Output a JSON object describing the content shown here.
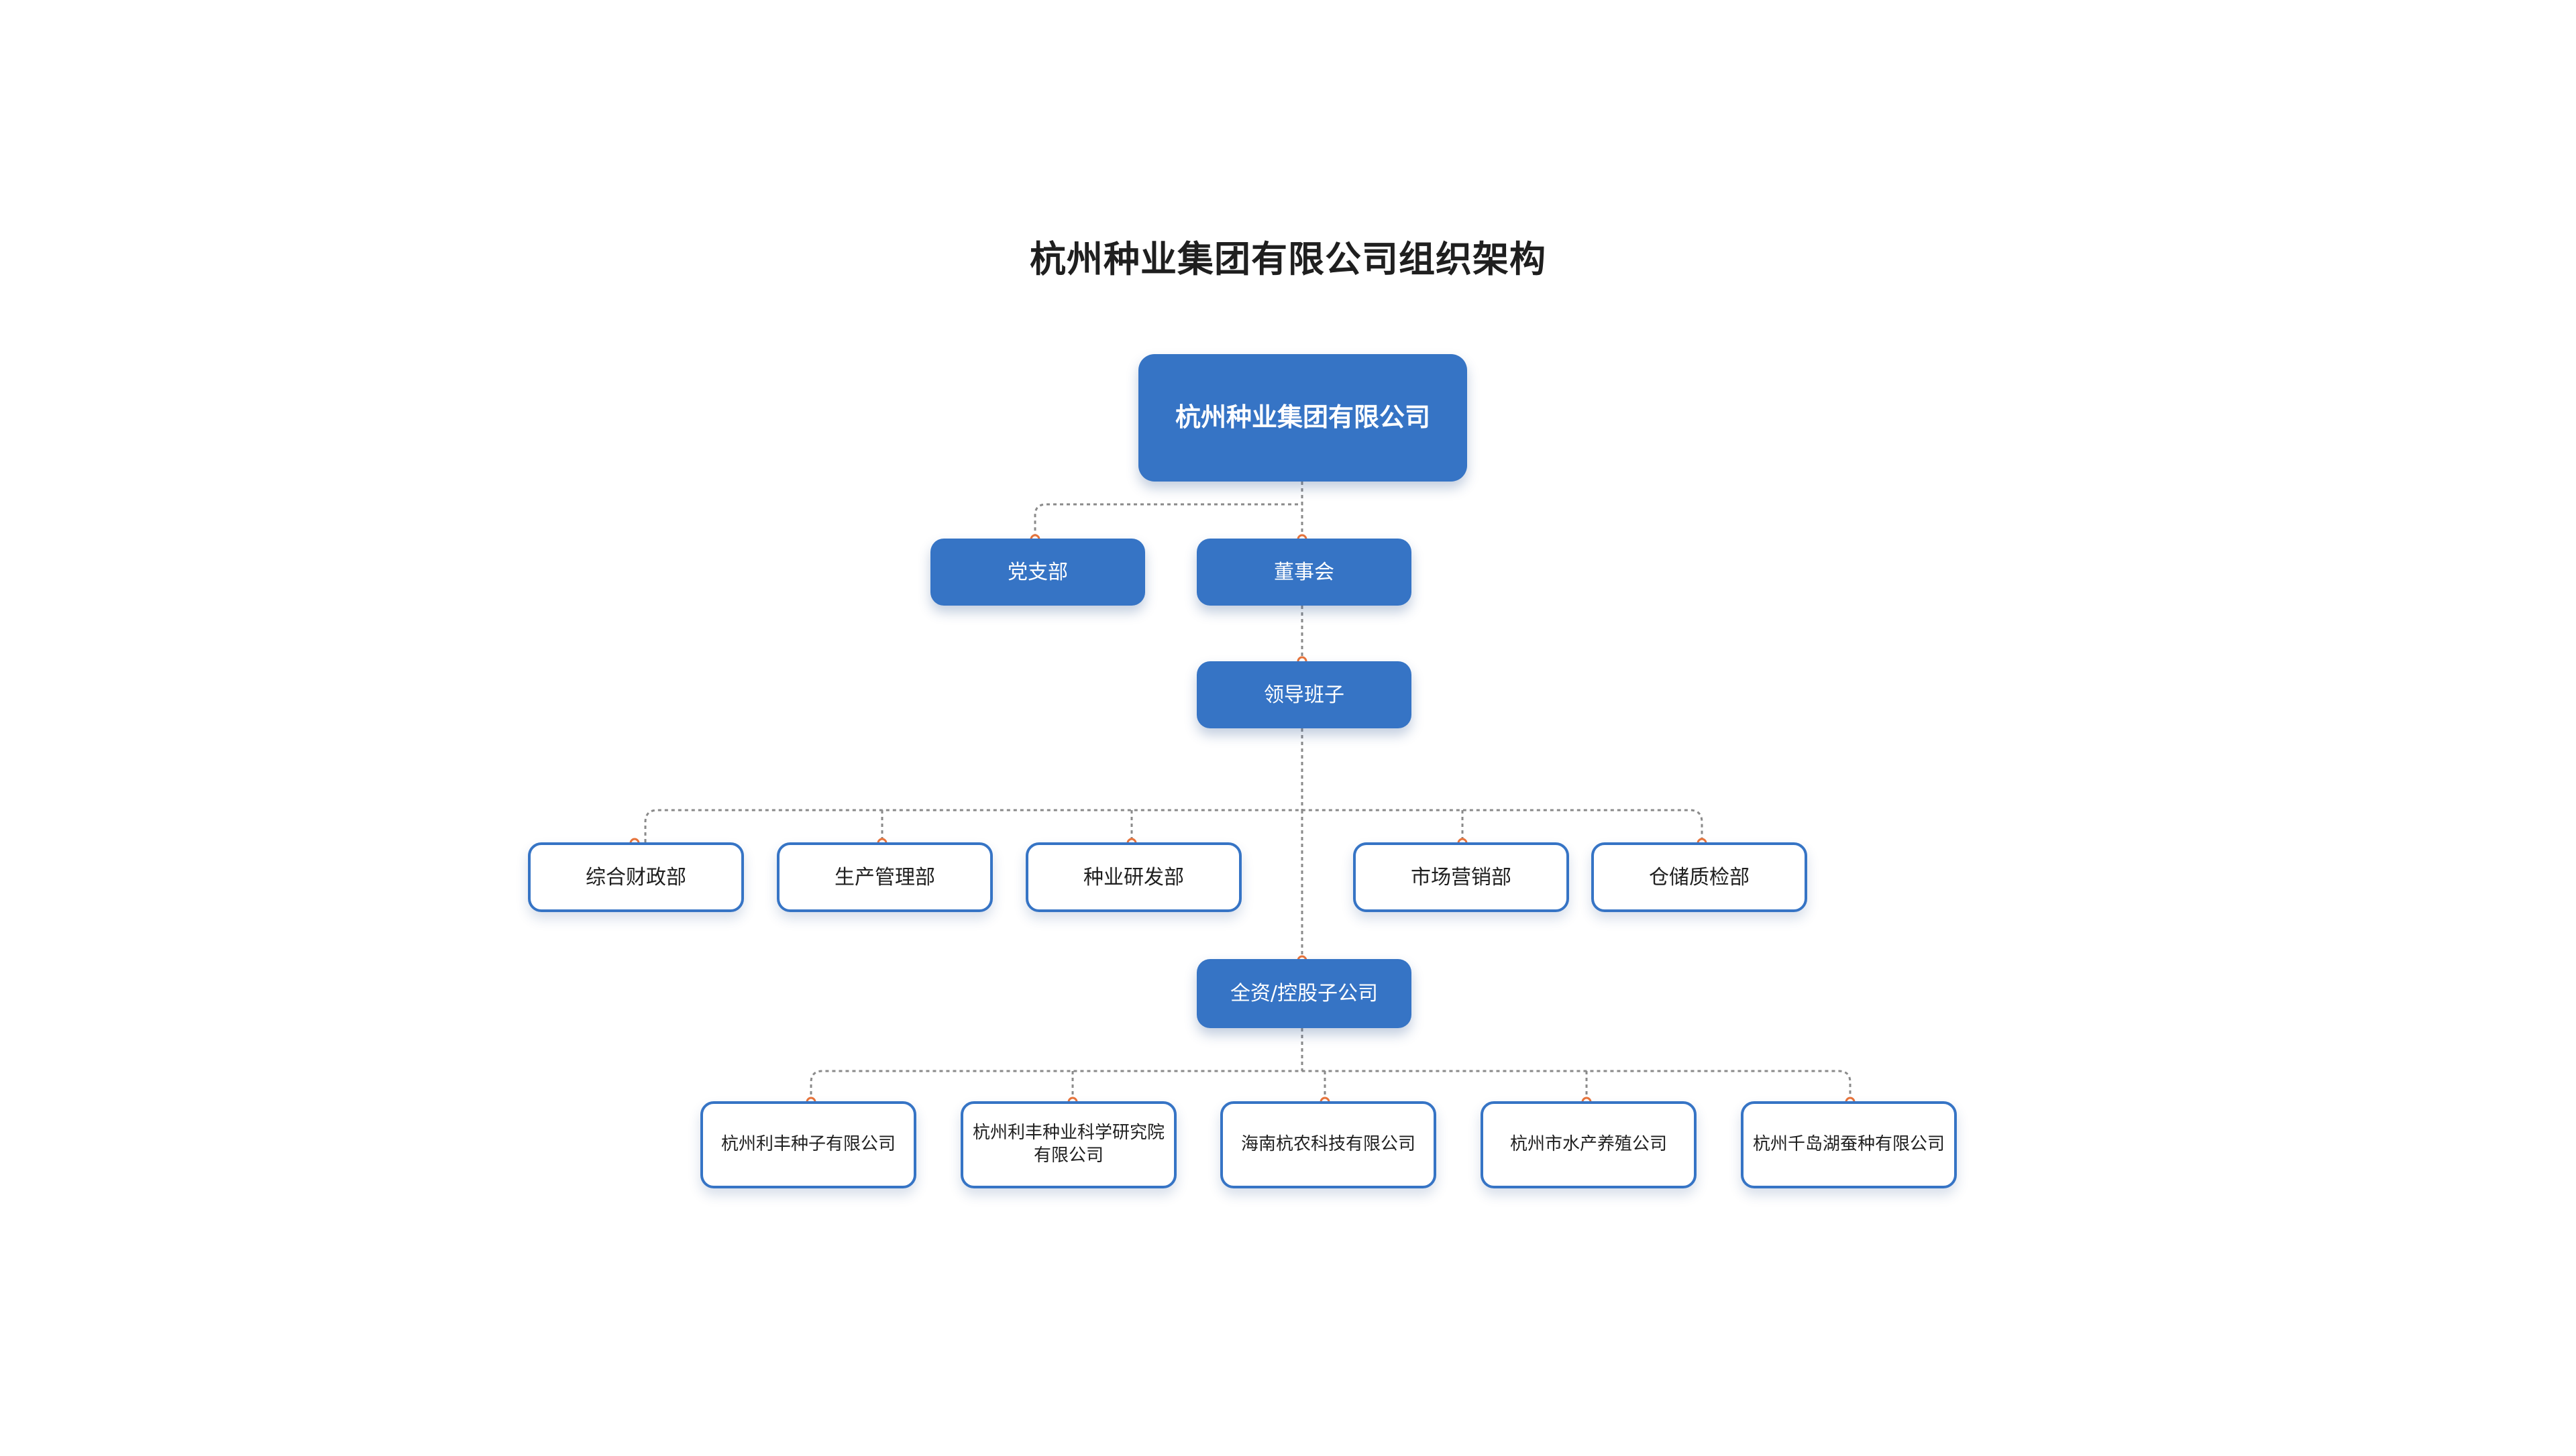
{
  "title": "杭州种业集团有限公司组织架构",
  "colors": {
    "node_fill": "#3674c5",
    "node_border": "#3674c5",
    "connector": "#8a8a8a",
    "connector_dot": "#e8743b"
  },
  "nodes": {
    "root": "杭州种业集团有限公司",
    "party_branch": "党支部",
    "board": "董事会",
    "leadership": "领导班子",
    "departments": [
      "综合财政部",
      "生产管理部",
      "种业研发部",
      "市场营销部",
      "仓储质检部"
    ],
    "subsidiaries_group": "全资/控股子公司",
    "subsidiaries": [
      "杭州利丰种子有限公司",
      "杭州利丰种业科学研究院\n有限公司",
      "海南杭农科技有限公司",
      "杭州市水产养殖公司",
      "杭州千岛湖蚕种有限公司"
    ]
  }
}
